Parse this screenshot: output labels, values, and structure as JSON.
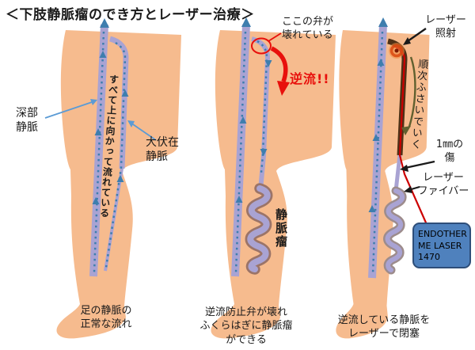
{
  "title": "＜下肢静脈瘤のでき方とレーザー治療＞",
  "colors": {
    "skin": "#F6BB8E",
    "vein_purple": "#A9A3D3",
    "flow_marks_teal": "#3E7EAE",
    "pointer_blue": "#5B9BD5",
    "alert_red": "#E8100C",
    "closed_vein_brown": "#4F3117",
    "laser_fiber_red": "#CC0000",
    "withdraw_olive": "#61602F",
    "varix_outline": "#9B7468",
    "laser_glow_orange": "#D9480F",
    "device_box_fill": "#4F81BD",
    "device_box_border": "#2E4E79"
  },
  "panels": {
    "normal": {
      "deep_vein_label": "深部\n静脈",
      "saphenous_label": "大伏在\n静脈",
      "flow_note": "すべて上に向かって流れている",
      "caption": "足の静脈の\n正常な流れ"
    },
    "reflux": {
      "broken_valve_note": "ここの弁が\n壊れている",
      "reflux_label": "逆流!!",
      "varix_label": "静脈瘤",
      "caption": "逆流防止弁が壊れ\nふくらはぎに静脈瘤\nができる"
    },
    "laser": {
      "irradiation_label": "レーザー\n照射",
      "closing_label": "順次ふさいでいく",
      "wound_label": "1㎜の\n傷",
      "fiber_label": "レーザー\nファイバー",
      "device_label": "ENDOTHER\nME LASER\n1470",
      "caption": "逆流している静脈を\nレーザーで閉塞"
    }
  }
}
